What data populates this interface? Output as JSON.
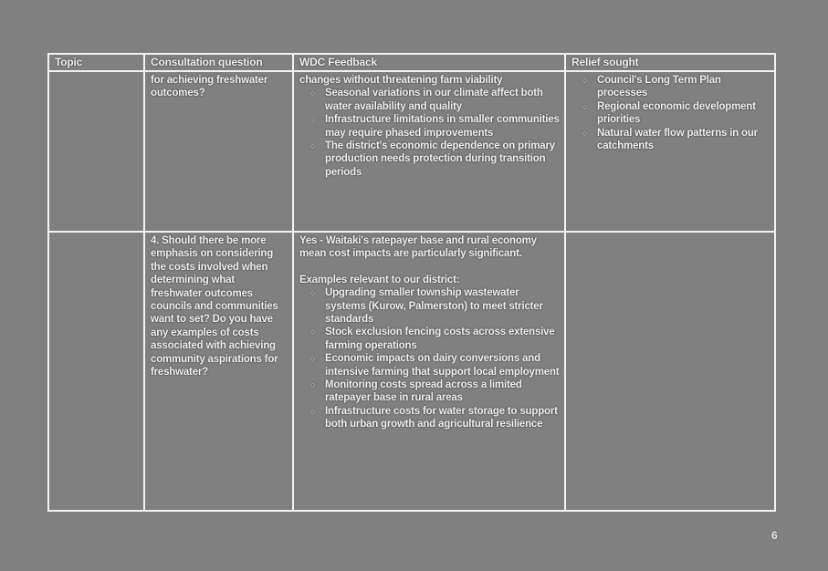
{
  "document": {
    "page_number": "6",
    "bullet_glyph": "○"
  },
  "table": {
    "headers": [
      {
        "label": "Topic"
      },
      {
        "label": "Consultation question"
      },
      {
        "label": "WDC Feedback"
      },
      {
        "label": "Relief sought"
      }
    ],
    "rows": [
      {
        "topic": "",
        "question": {
          "paragraphs": [
            "for achieving freshwater outcomes?"
          ]
        },
        "feedback": {
          "continuation": [
            "changes without threatening farm viability"
          ],
          "bullets": [
            "Seasonal variations in our climate affect both water availability and quality",
            "Infrastructure limitations in smaller communities may require phased improvements",
            "The district's economic dependence on primary production needs protection during transition periods"
          ]
        },
        "relief": {
          "bullets": [
            "Council's Long Term Plan processes",
            "Regional economic development priorities",
            "Natural water flow patterns in our catchments"
          ]
        }
      },
      {
        "topic": "",
        "question": {
          "paragraphs": [
            "4. Should there be more emphasis on considering the costs involved when determining what freshwater outcomes councils and communities want to set? Do you have any examples of costs associated with achieving community aspirations for freshwater?"
          ]
        },
        "feedback": {
          "intro": "Yes - Waitaki's ratepayer base and rural economy mean cost impacts are particularly significant.",
          "examples_label": "Examples relevant to our district:",
          "bullets": [
            "Upgrading smaller township wastewater systems (Kurow, Palmerston) to meet stricter standards",
            "Stock exclusion fencing costs across extensive farming operations",
            "Economic impacts on dairy conversions and intensive farming that support local employment",
            "Monitoring costs spread across a limited ratepayer base in rural areas",
            "Infrastructure costs for water storage to support both urban growth and agricultural resilience"
          ]
        },
        "relief": {
          "bullets": []
        }
      }
    ]
  }
}
